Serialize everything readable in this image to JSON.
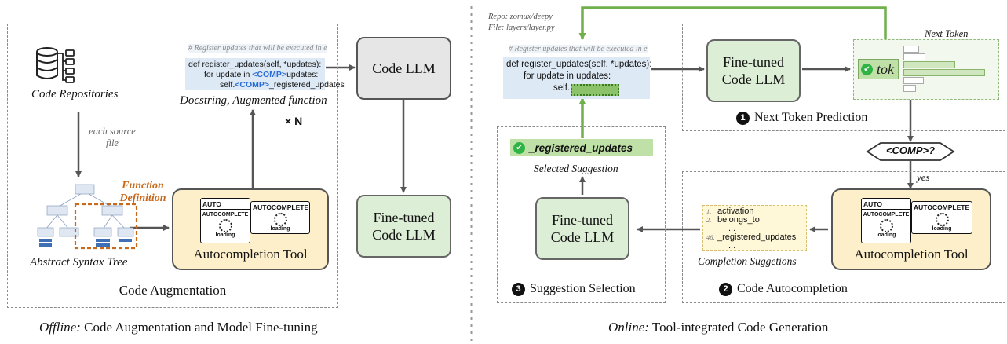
{
  "left": {
    "code_repositories": "Code Repositories",
    "each_source_file_line1": "each source",
    "each_source_file_line2": "file",
    "function_definition_line1": "Function",
    "function_definition_line2": "Definition",
    "abstract_syntax_tree": "Abstract Syntax Tree",
    "docstring_comment": "# Register updates that will be executed in e",
    "code_line1": "def register_updates(self, *updates):",
    "code_line2a": "for update in ",
    "code_line2_comp": "<COMP>",
    "code_line2b": "updates:",
    "code_line3a": "self.",
    "code_line3_comp": "<COMP>",
    "code_line3b": "_registered_updates",
    "docstring_caption": "Docstring, Augmented function",
    "times_n": "× N",
    "code_llm": "Code LLM",
    "finetuned_llm_line1": "Fine-tuned",
    "finetuned_llm_line2": "Code LLM",
    "tool_label": "Autocompletion Tool",
    "panel_title": "Code Augmentation",
    "footer_italic": "Offline:",
    "footer_rest": " Code Augmentation and Model Fine-tuning"
  },
  "tool_icon": {
    "win1_title": "AUTO__",
    "win2_title": "AUTOCOMPLETE",
    "win3_title": "AUTOCOMPLETE",
    "loading": "loading"
  },
  "right": {
    "repo": "Repo: zomux/deepy",
    "file": "File: layers/layer.py",
    "docstring_comment": "# Register updates that will be executed in e",
    "code_line1": "def register_updates(self, *updates):",
    "code_line2": "for update in updates:",
    "code_line3": "self.",
    "finetuned_llm_line1": "Fine-tuned",
    "finetuned_llm_line2": "Code LLM",
    "next_token_label": "Next Token",
    "tok": "tok",
    "step1_number": "1",
    "step1_label": "Next Token Prediction",
    "comp_decision": "<COMP>?",
    "yes": "yes",
    "selected_value": "_registered_updates",
    "selected_caption": "Selected Suggestion",
    "step3_number": "3",
    "step3_label": "Suggestion Selection",
    "suggestions": [
      {
        "num": "1.",
        "text": "activation"
      },
      {
        "num": "2.",
        "text": "belongs_to"
      },
      {
        "num": "",
        "text": "..."
      },
      {
        "num": "46.",
        "text": "_registered_updates"
      },
      {
        "num": "",
        "text": "..."
      }
    ],
    "suggestions_caption": "Completion Suggetions",
    "tool_label": "Autocompletion Tool",
    "step2_number": "2",
    "step2_label": "Code Autocompletion",
    "footer_italic": "Online:",
    "footer_rest": " Tool-integrated Code Generation"
  },
  "colors": {
    "gray_llm": "#e6e6e6",
    "green_llm": "#ddeed6",
    "tool": "#fdefc9",
    "code_bg": "#dde9f5",
    "comp_blue": "#2b6fd6",
    "green_arrow": "#6fb04b",
    "function_def_orange": "#c8691c"
  }
}
